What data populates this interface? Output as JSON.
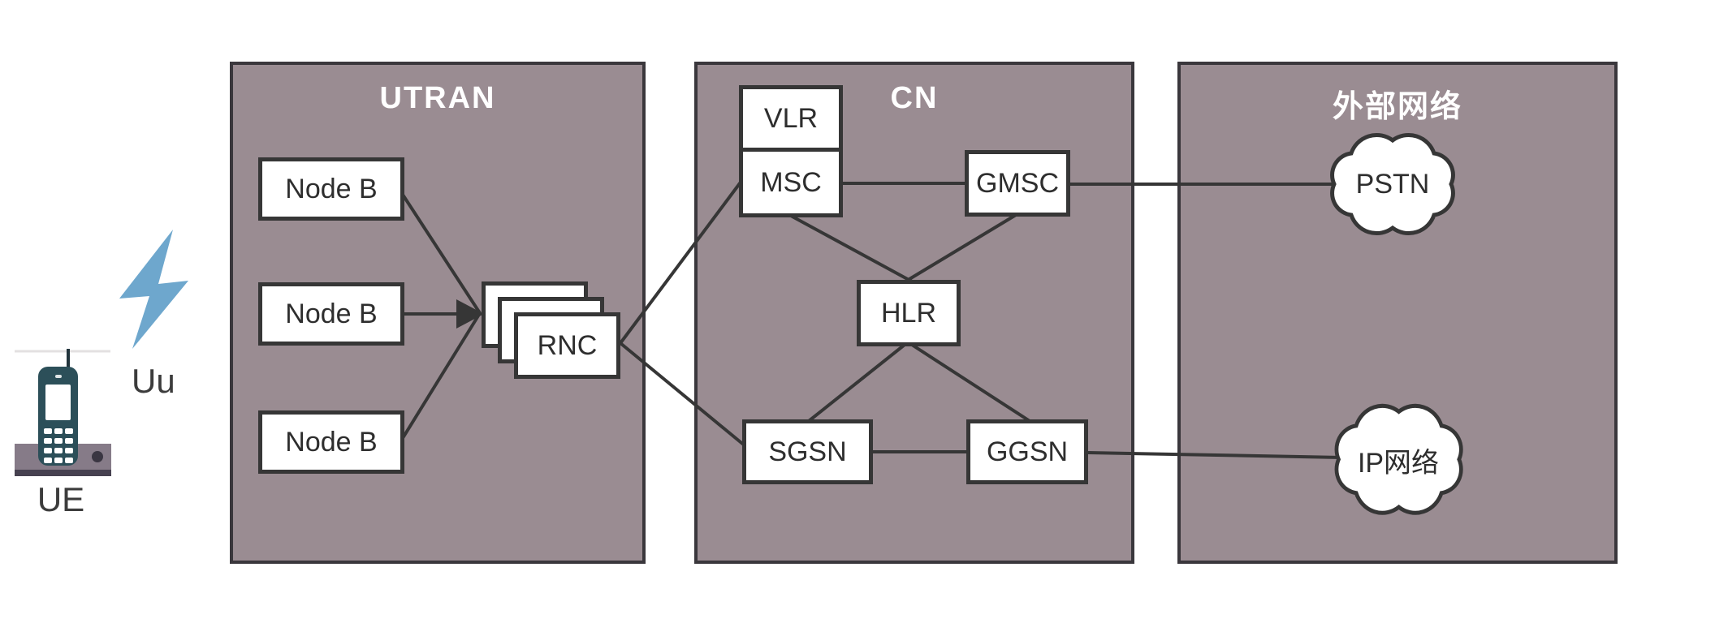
{
  "ue": {
    "device_label": "UE",
    "interface_label": "Uu"
  },
  "panels": {
    "utran": {
      "title": "UTRAN"
    },
    "cn": {
      "title": "CN"
    },
    "external": {
      "title": "外部网络"
    }
  },
  "nodes": {
    "node_b_1": "Node B",
    "node_b_2": "Node B",
    "node_b_3": "Node B",
    "rnc": "RNC",
    "vlr": "VLR",
    "msc": "MSC",
    "gmsc": "GMSC",
    "hlr": "HLR",
    "sgsn": "SGSN",
    "ggsn": "GGSN",
    "pstn": "PSTN",
    "ip_network": "IP网络"
  },
  "connections": [
    {
      "from": "UE",
      "to": "UTRAN",
      "via": "Uu"
    },
    {
      "from": "Node B",
      "to": "RNC",
      "arrow": true
    },
    {
      "from": "Node B",
      "to": "RNC"
    },
    {
      "from": "Node B",
      "to": "RNC"
    },
    {
      "from": "RNC",
      "to": "MSC"
    },
    {
      "from": "RNC",
      "to": "SGSN"
    },
    {
      "from": "MSC",
      "to": "GMSC"
    },
    {
      "from": "MSC",
      "to": "HLR"
    },
    {
      "from": "GMSC",
      "to": "HLR"
    },
    {
      "from": "GMSC",
      "to": "PSTN"
    },
    {
      "from": "HLR",
      "to": "SGSN"
    },
    {
      "from": "HLR",
      "to": "GGSN"
    },
    {
      "from": "SGSN",
      "to": "GGSN"
    },
    {
      "from": "GGSN",
      "to": "IP网络"
    }
  ],
  "colors": {
    "panel_fill": "#9a8c92",
    "panel_border": "#3a373c",
    "line": "#363636",
    "box_border": "#363636",
    "lightning_blue": "#6ea7cd",
    "phone_body": "#2c4f59",
    "phone_base": "#867b88",
    "title_text": "#ffffff",
    "label_text": "#2e2e2e"
  }
}
